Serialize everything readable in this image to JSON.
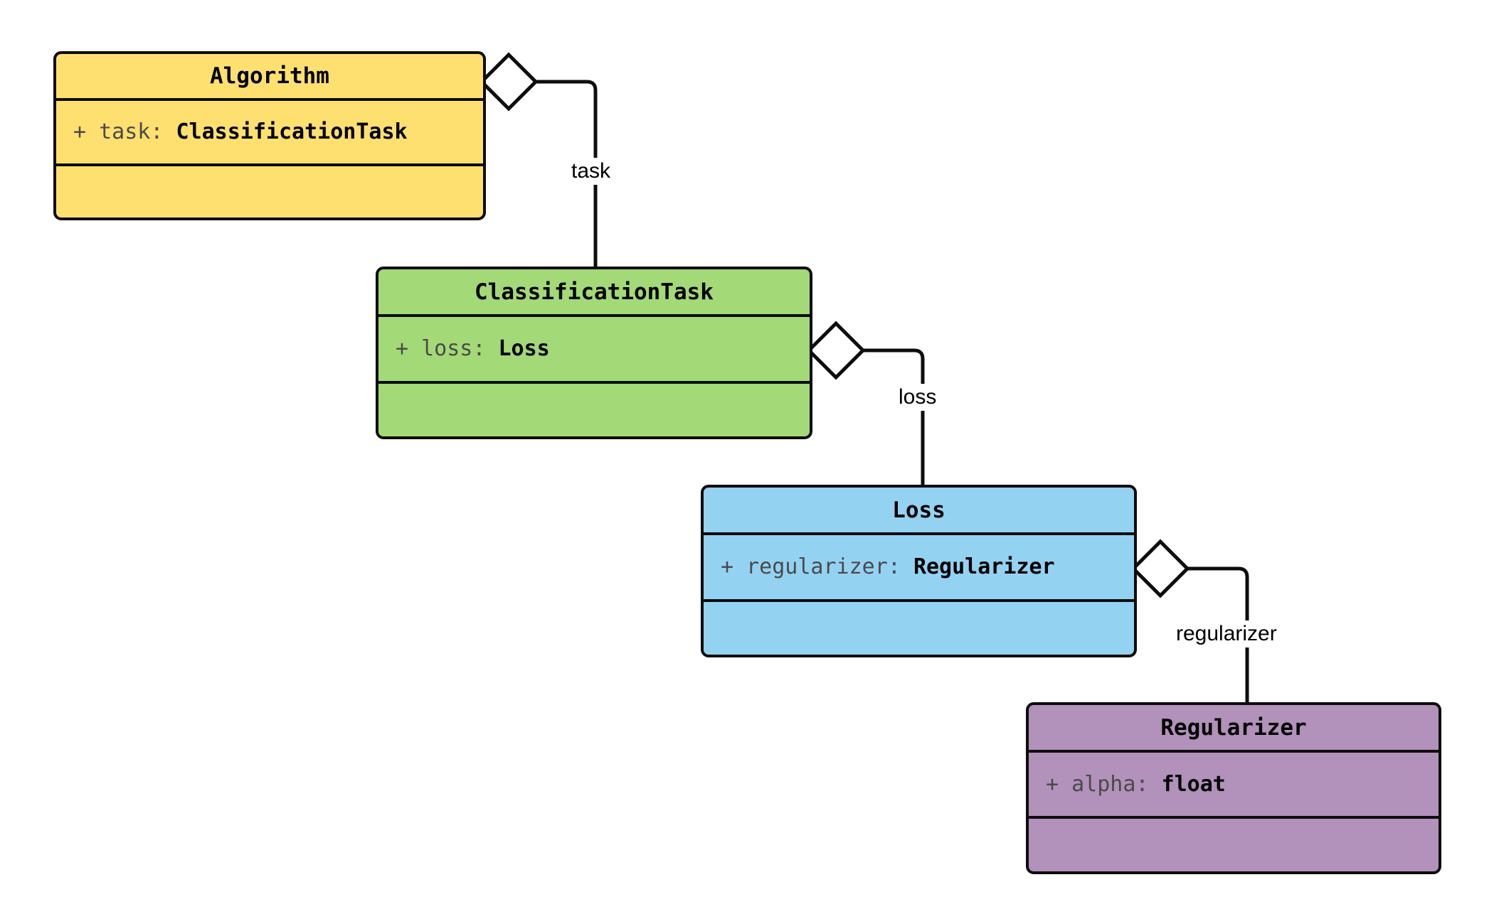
{
  "diagram": {
    "type": "uml-class-diagram",
    "title": "",
    "background_color": "#ffffff",
    "border_color": "#0d0d0d",
    "relationship_kind": "aggregation",
    "classes": [
      {
        "id": "algorithm",
        "name": "Algorithm",
        "fill_color": "#FEE070",
        "attributes": [
          {
            "visibility": "+",
            "name": "task",
            "separator": ": ",
            "type": "ClassificationTask"
          }
        ],
        "methods": []
      },
      {
        "id": "classification-task",
        "name": "ClassificationTask",
        "fill_color": "#A3D977",
        "attributes": [
          {
            "visibility": "+",
            "name": "loss",
            "separator": ": ",
            "type": "Loss"
          }
        ],
        "methods": []
      },
      {
        "id": "loss",
        "name": "Loss",
        "fill_color": "#94D2F2",
        "attributes": [
          {
            "visibility": "+",
            "name": "regularizer",
            "separator": ": ",
            "type": "Regularizer"
          }
        ],
        "methods": []
      },
      {
        "id": "regularizer",
        "name": "Regularizer",
        "fill_color": "#B291BA",
        "attributes": [
          {
            "visibility": "+",
            "name": "alpha",
            "separator": ": ",
            "type": "float"
          }
        ],
        "methods": []
      }
    ],
    "relationships": [
      {
        "id": "rel-task",
        "from": "algorithm",
        "to": "classification-task",
        "role_label": "task",
        "marker": "hollow-diamond"
      },
      {
        "id": "rel-loss",
        "from": "classification-task",
        "to": "loss",
        "role_label": "loss",
        "marker": "hollow-diamond"
      },
      {
        "id": "rel-regularizer",
        "from": "loss",
        "to": "regularizer",
        "role_label": "regularizer",
        "marker": "hollow-diamond"
      }
    ]
  }
}
